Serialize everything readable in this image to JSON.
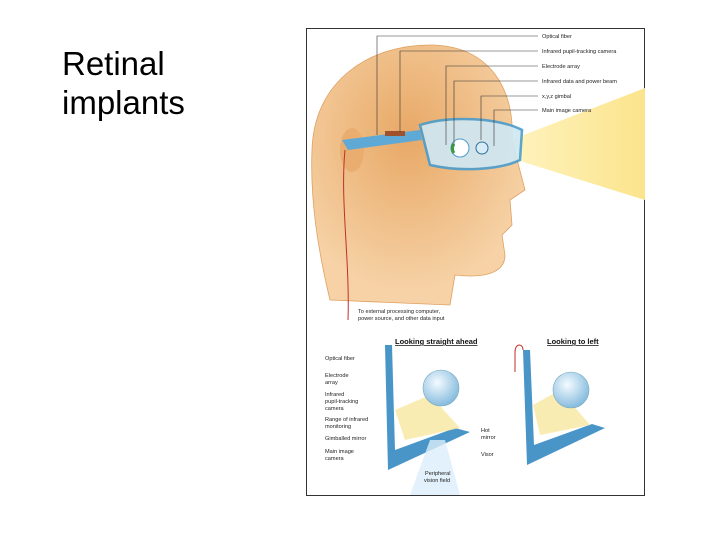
{
  "slide": {
    "title": "Retinal implants"
  },
  "figure": {
    "top_labels": [
      "Optical fiber",
      "Infrared pupil-tracking camera",
      "Electrode array",
      "Infrared data and power beam",
      "x,y,z gimbal",
      "Main image camera"
    ],
    "cable_note": [
      "To external processing computer,",
      "power source, and other data input"
    ],
    "panel_left": {
      "heading": "Looking straight ahead",
      "labels": [
        "Optical fiber",
        "Electrode",
        "array",
        "Infrared",
        "pupil-tracking",
        "camera",
        "Range of infrared",
        "monitoring",
        "Gimballed mirror",
        "Main image",
        "camera"
      ],
      "right_labels": [
        "Hot",
        "mirror",
        "Visor"
      ],
      "bottom_labels": [
        "Peripheral",
        "vision field"
      ]
    },
    "panel_right": {
      "heading": "Looking to left"
    }
  }
}
